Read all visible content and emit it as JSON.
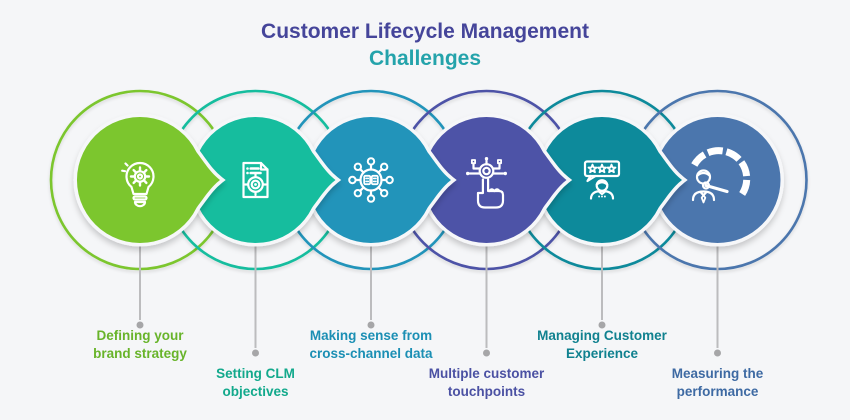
{
  "background": "#f5f6f8",
  "icon_color": "#ffffff",
  "title": {
    "line1": "Customer Lifecycle Management",
    "line2": "Challenges",
    "line1_color": "#45459a",
    "line2_color": "#24a3ab"
  },
  "connector": {
    "line_color": "#bcbcbe",
    "dot_color": "#a6a6a8"
  },
  "items": [
    {
      "name": "defining-your-brand-strategy",
      "icon": "lightbulb-gear-icon",
      "fill": "#7bc62e",
      "ring_color": "#7bc62e",
      "label_color": "#68b42a",
      "label_line1": "Defining your",
      "label_line2": "brand strategy"
    },
    {
      "name": "setting-clm-objectives",
      "icon": "document-target-icon",
      "fill": "#13bd9e",
      "ring_color": "#13bd9e",
      "label_color": "#12a98c",
      "label_line1": "Setting CLM",
      "label_line2": "objectives"
    },
    {
      "name": "making-sense-from-cross-channel-data",
      "icon": "network-data-icon",
      "fill": "#2094ba",
      "ring_color": "#2094ba",
      "label_color": "#1b8fb4",
      "label_line1": "Making sense from",
      "label_line2": "cross-channel data"
    },
    {
      "name": "multiple-customer-touchpoints",
      "icon": "touch-circuit-icon",
      "fill": "#4d53a7",
      "ring_color": "#4d53a7",
      "label_color": "#4b51a3",
      "label_line1": "Multiple customer",
      "label_line2": "touchpoints"
    },
    {
      "name": "managing-customer-experience",
      "icon": "customer-review-icon",
      "fill": "#108a9b",
      "ring_color": "#108a9b",
      "label_color": "#10818f",
      "label_line1": "Managing Customer",
      "label_line2": "Experience"
    },
    {
      "name": "measuring-the-performance",
      "icon": "performance-gauge-icon",
      "fill": "#4b76ad",
      "ring_color": "#4b76ad",
      "label_color": "#3e6aa3",
      "label_line1": "Measuring the",
      "label_line2": "performance"
    }
  ]
}
